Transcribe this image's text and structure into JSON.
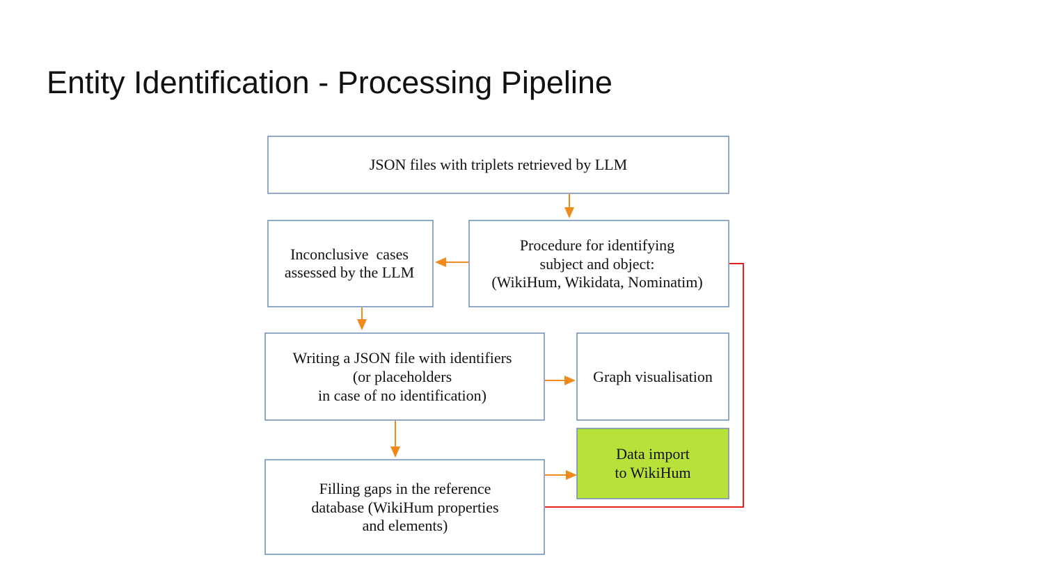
{
  "slide": {
    "title": "Entity Identification - Processing Pipeline"
  },
  "colors": {
    "box_border": "#6d8bb5",
    "arrow": "#f08a1c",
    "connector_red": "#e0201c",
    "highlight_box": "#b8e23a"
  },
  "diagram": {
    "nodes": [
      {
        "id": "json_input",
        "lines": [
          "JSON files with triplets retrieved by LLM"
        ]
      },
      {
        "id": "procedure",
        "lines": [
          "Procedure for identifying",
          "subject and object:",
          "(WikiHum, Wikidata, Nominatim)"
        ]
      },
      {
        "id": "inconclusive",
        "lines": [
          "Inconclusive  cases",
          "assessed by the LLM"
        ]
      },
      {
        "id": "writing_json",
        "lines": [
          "Writing a JSON file with identifiers",
          "(or placeholders",
          "in case of no identification)"
        ]
      },
      {
        "id": "graph_vis",
        "lines": [
          "Graph visualisation"
        ]
      },
      {
        "id": "data_import",
        "lines": [
          "Data import",
          "to WikiHum"
        ]
      },
      {
        "id": "filling_gaps",
        "lines": [
          "Filling gaps in the reference",
          "database (WikiHum properties",
          "and elements)"
        ]
      }
    ],
    "edges": [
      {
        "from": "json_input",
        "to": "procedure"
      },
      {
        "from": "procedure",
        "to": "inconclusive"
      },
      {
        "from": "inconclusive",
        "to": "writing_json"
      },
      {
        "from": "writing_json",
        "to": "graph_vis"
      },
      {
        "from": "writing_json",
        "to": "filling_gaps"
      },
      {
        "from": "filling_gaps",
        "to": "data_import"
      },
      {
        "from": "procedure",
        "to": "filling_gaps",
        "style": "red-connector"
      }
    ]
  }
}
